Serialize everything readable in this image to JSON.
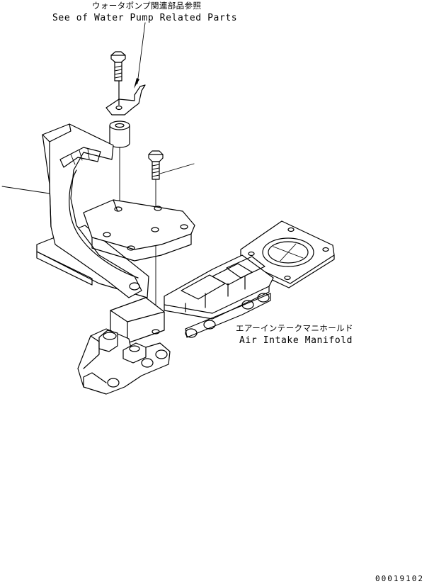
{
  "callouts": {
    "water_pump_jp": "ウォータポンプ関連部品参照",
    "water_pump_en": "See of Water Pump Related Parts",
    "air_intake_jp": "エアーインテークマニホールド",
    "air_intake_en": "Air Intake Manifold"
  },
  "drawing_code": "00019102"
}
